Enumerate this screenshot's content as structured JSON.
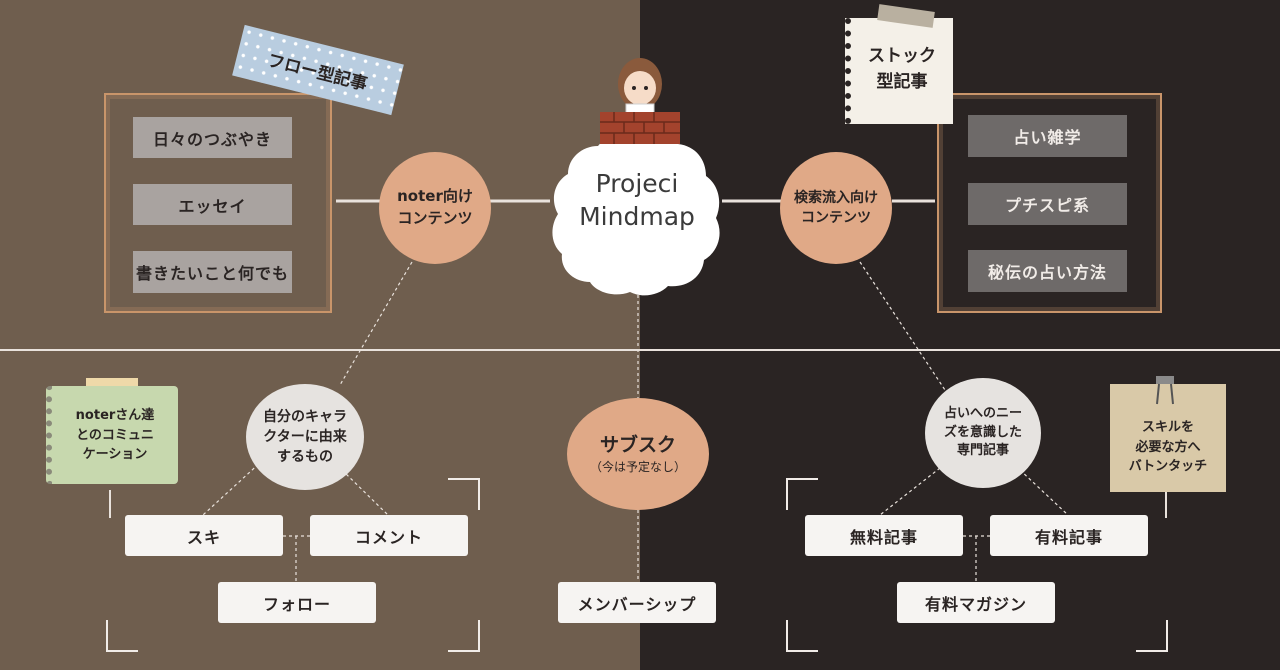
{
  "center": {
    "title_line1": "Projeci",
    "title_line2": "Mindmap"
  },
  "left": {
    "tape_label": "フロー型記事",
    "circle_label": "noter向け\nコンテンツ",
    "items": [
      "日々のつぶやき",
      "エッセイ",
      "書きたいこと何でも"
    ],
    "note": "noterさん達\nとのコミュニ\nケーション",
    "sub_circle_label": "自分のキャラ\nクターに由来\nするもの",
    "actions": [
      "スキ",
      "コメント",
      "フォロー"
    ]
  },
  "right": {
    "note_label": "ストック\n型記事",
    "circle_label": "検索流入向け\nコンテンツ",
    "items": [
      "占い雑学",
      "プチスピ系",
      "秘伝の占い方法"
    ],
    "note": "スキルを\n必要な方へ\nバトンタッチ",
    "sub_circle_label": "占いへのニー\nズを意識した\n専門記事",
    "actions": [
      "無料記事",
      "有料記事",
      "有料マガジン"
    ]
  },
  "bottom_center": {
    "title": "サブスク",
    "subtitle": "（今は予定なし）",
    "membership_label": "メンバーシップ"
  },
  "colors": {
    "left_bg": "#6f5e4e",
    "right_bg": "#2a2423",
    "peach": "#e0a987",
    "frame": "#c9956a"
  }
}
